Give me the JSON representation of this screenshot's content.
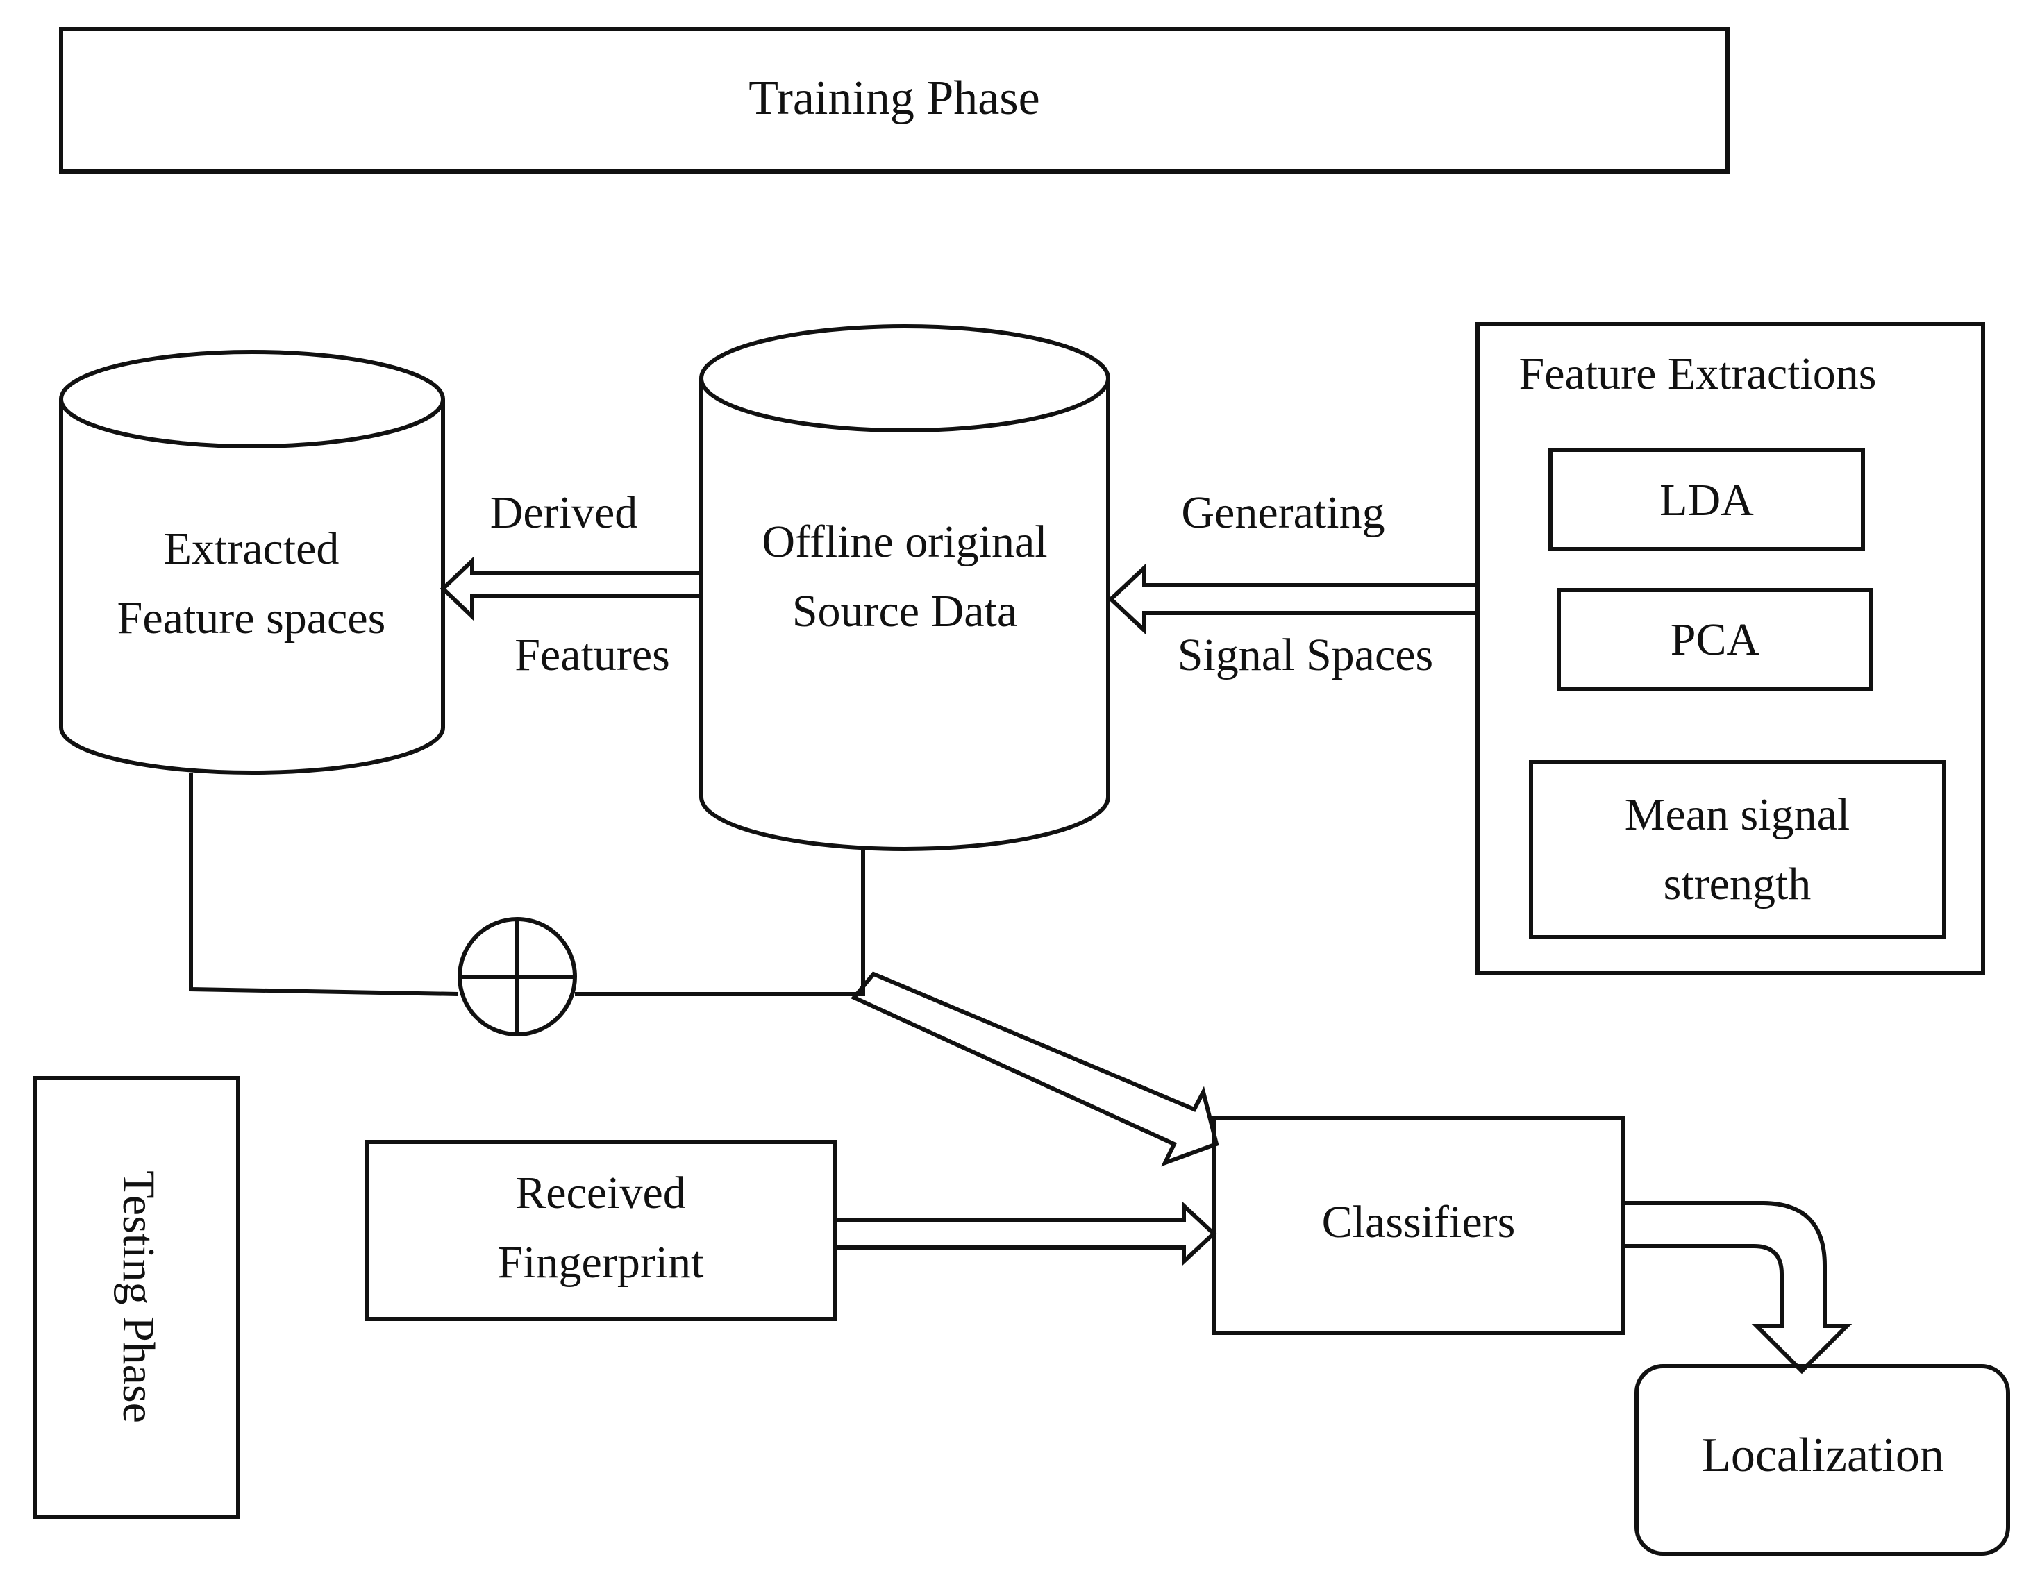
{
  "training_phase": {
    "label": "Training Phase"
  },
  "testing_phase": {
    "label": "Testing Phase"
  },
  "extracted_db": {
    "line1": "Extracted",
    "line2": "Feature spaces"
  },
  "source_db": {
    "line1": "Offline original",
    "line2": "Source Data"
  },
  "derived_arrow": {
    "top": "Derived",
    "bottom": "Features"
  },
  "generating_arrow": {
    "top": "Generating",
    "bottom": "Signal Spaces"
  },
  "feature_extractions": {
    "title": "Feature Extractions",
    "methods": [
      "LDA",
      "PCA"
    ],
    "mean_line1": "Mean signal",
    "mean_line2": "strength"
  },
  "combine_symbol": {
    "icon": "circle-plus-icon"
  },
  "received": {
    "line1": "Received",
    "line2": "Fingerprint"
  },
  "classifiers": {
    "label": "Classifiers"
  },
  "localization": {
    "label": "Localization"
  },
  "colors": {
    "stroke": "#111111",
    "background": "#ffffff"
  }
}
